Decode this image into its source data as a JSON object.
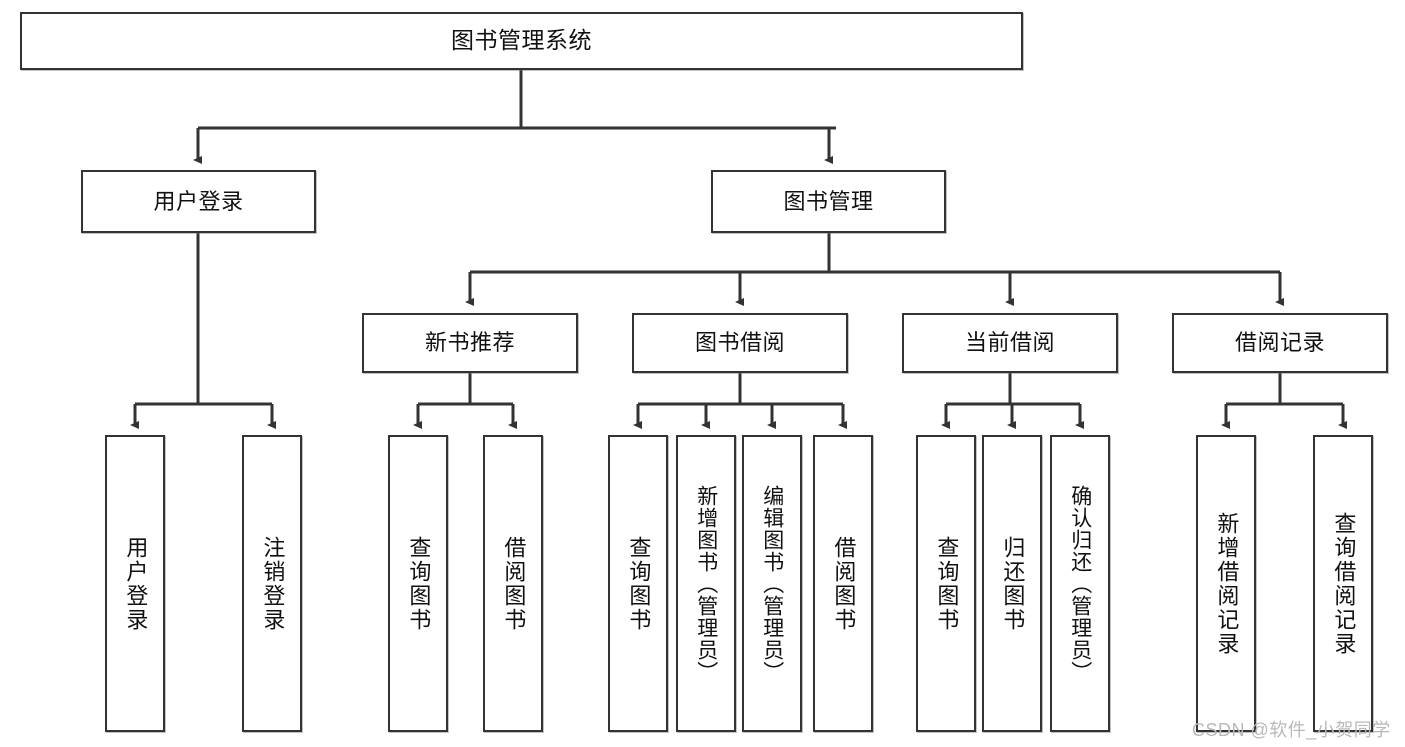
{
  "diagram": {
    "title": "图书管理系统",
    "type": "tree-hierarchy-chart",
    "root": {
      "label": "图书管理系统"
    },
    "level2": [
      {
        "label": "用户登录"
      },
      {
        "label": "图书管理"
      }
    ],
    "level3": [
      {
        "label": "新书推荐"
      },
      {
        "label": "图书借阅"
      },
      {
        "label": "当前借阅"
      },
      {
        "label": "借阅记录"
      }
    ],
    "leaves": {
      "user_login": [
        {
          "label": "用户登录"
        },
        {
          "label": "注销登录"
        }
      ],
      "new_book_recommend": [
        {
          "label": "查询图书"
        },
        {
          "label": "借阅图书"
        }
      ],
      "book_borrow": [
        {
          "label": "查询图书"
        },
        {
          "label": "新增图书（管理员）"
        },
        {
          "label": "编辑图书（管理员）"
        },
        {
          "label": "借阅图书"
        }
      ],
      "current_borrow": [
        {
          "label": "查询图书"
        },
        {
          "label": "归还图书"
        },
        {
          "label": "确认归还（管理员）"
        }
      ],
      "borrow_record": [
        {
          "label": "新增借阅记录"
        },
        {
          "label": "查询借阅记录"
        }
      ]
    }
  },
  "watermark": {
    "text": "CSDN @软件_小贺同学"
  },
  "colors": {
    "background": "#ffffff",
    "box_border": "#333333",
    "box_fill": "#ffffff",
    "connector": "#333333",
    "text": "#111111",
    "watermark": "#b9b9b9"
  }
}
